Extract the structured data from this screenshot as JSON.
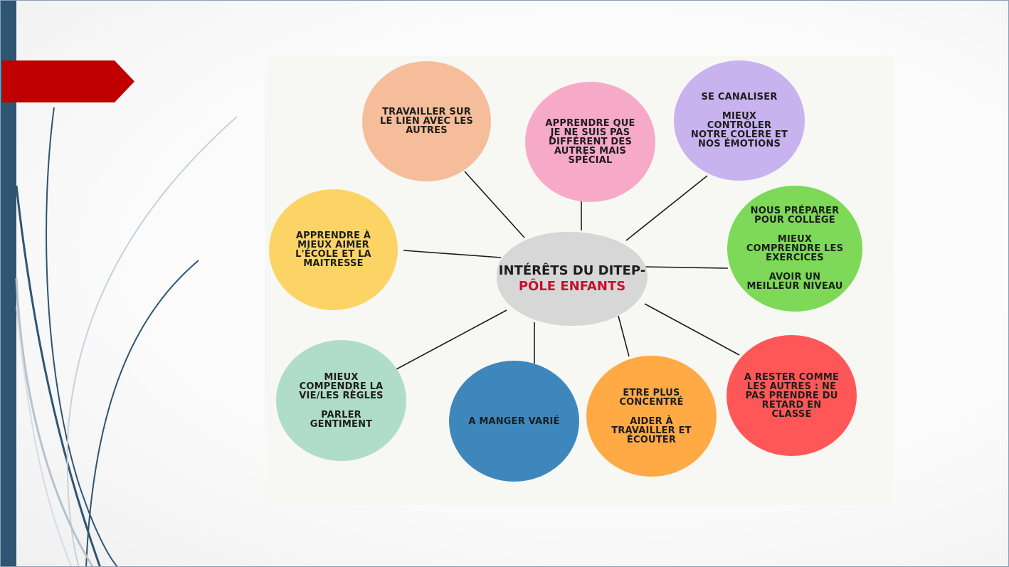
{
  "colors": {
    "sidebar": "#2e5572",
    "arrow": "#c00000",
    "center_sub_text": "#c8102e"
  },
  "center": {
    "title": "INTÉRÊTS DU DITEP-",
    "subtitle": "PÔLE ENFANTS"
  },
  "bubbles": [
    {
      "lines": [
        "TRAVAILLER SUR",
        "LE LIEN AVEC LES",
        "AUTRES"
      ],
      "color": "#f5bd99"
    },
    {
      "lines": [
        "APPRENDRE QUE",
        "JE NE SUIS PAS",
        "DIFFÉRENT DES",
        "AUTRES MAIS",
        "SPÉCIAL"
      ],
      "color": "#f7a9c8"
    },
    {
      "lines": [
        "SE CANALISER",
        "",
        "MIEUX",
        "CONTRÔLER",
        "NOTRE COLÈRE ET",
        "NOS ÉMOTIONS"
      ],
      "color": "#c8b3ef"
    },
    {
      "lines": [
        "APPRENDRE À",
        "MIEUX AIMER",
        "L'ÉCOLE ET LA",
        "MAITRESSE"
      ],
      "color": "#fcd466"
    },
    {
      "lines": [
        "NOUS PRÉPARER",
        "POUR COLLÈGE",
        "",
        "MIEUX",
        "COMPRENDRE LES",
        "EXERCICES",
        "",
        "AVOIR UN",
        "MEILLEUR NIVEAU"
      ],
      "color": "#7dd957"
    },
    {
      "lines": [
        "MIEUX",
        "COMPENDRE LA",
        "VIE/LES RÈGLES",
        "",
        "PARLER",
        "GENTIMENT"
      ],
      "color": "#b0dccb"
    },
    {
      "lines": [
        "A MANGER VARIÉ"
      ],
      "color": "#3d87bd"
    },
    {
      "lines": [
        "ETRE PLUS",
        "CONCENTRÉ",
        "",
        "AIDER À",
        "TRAVAILLER ET",
        "ÉCOUTER"
      ],
      "color": "#ffaa45"
    },
    {
      "lines": [
        "A RESTER COMME",
        "LES AUTRES : NE",
        "PAS PRENDRE DU",
        "RETARD EN",
        "CLASSE"
      ],
      "color": "#ff5757"
    }
  ]
}
